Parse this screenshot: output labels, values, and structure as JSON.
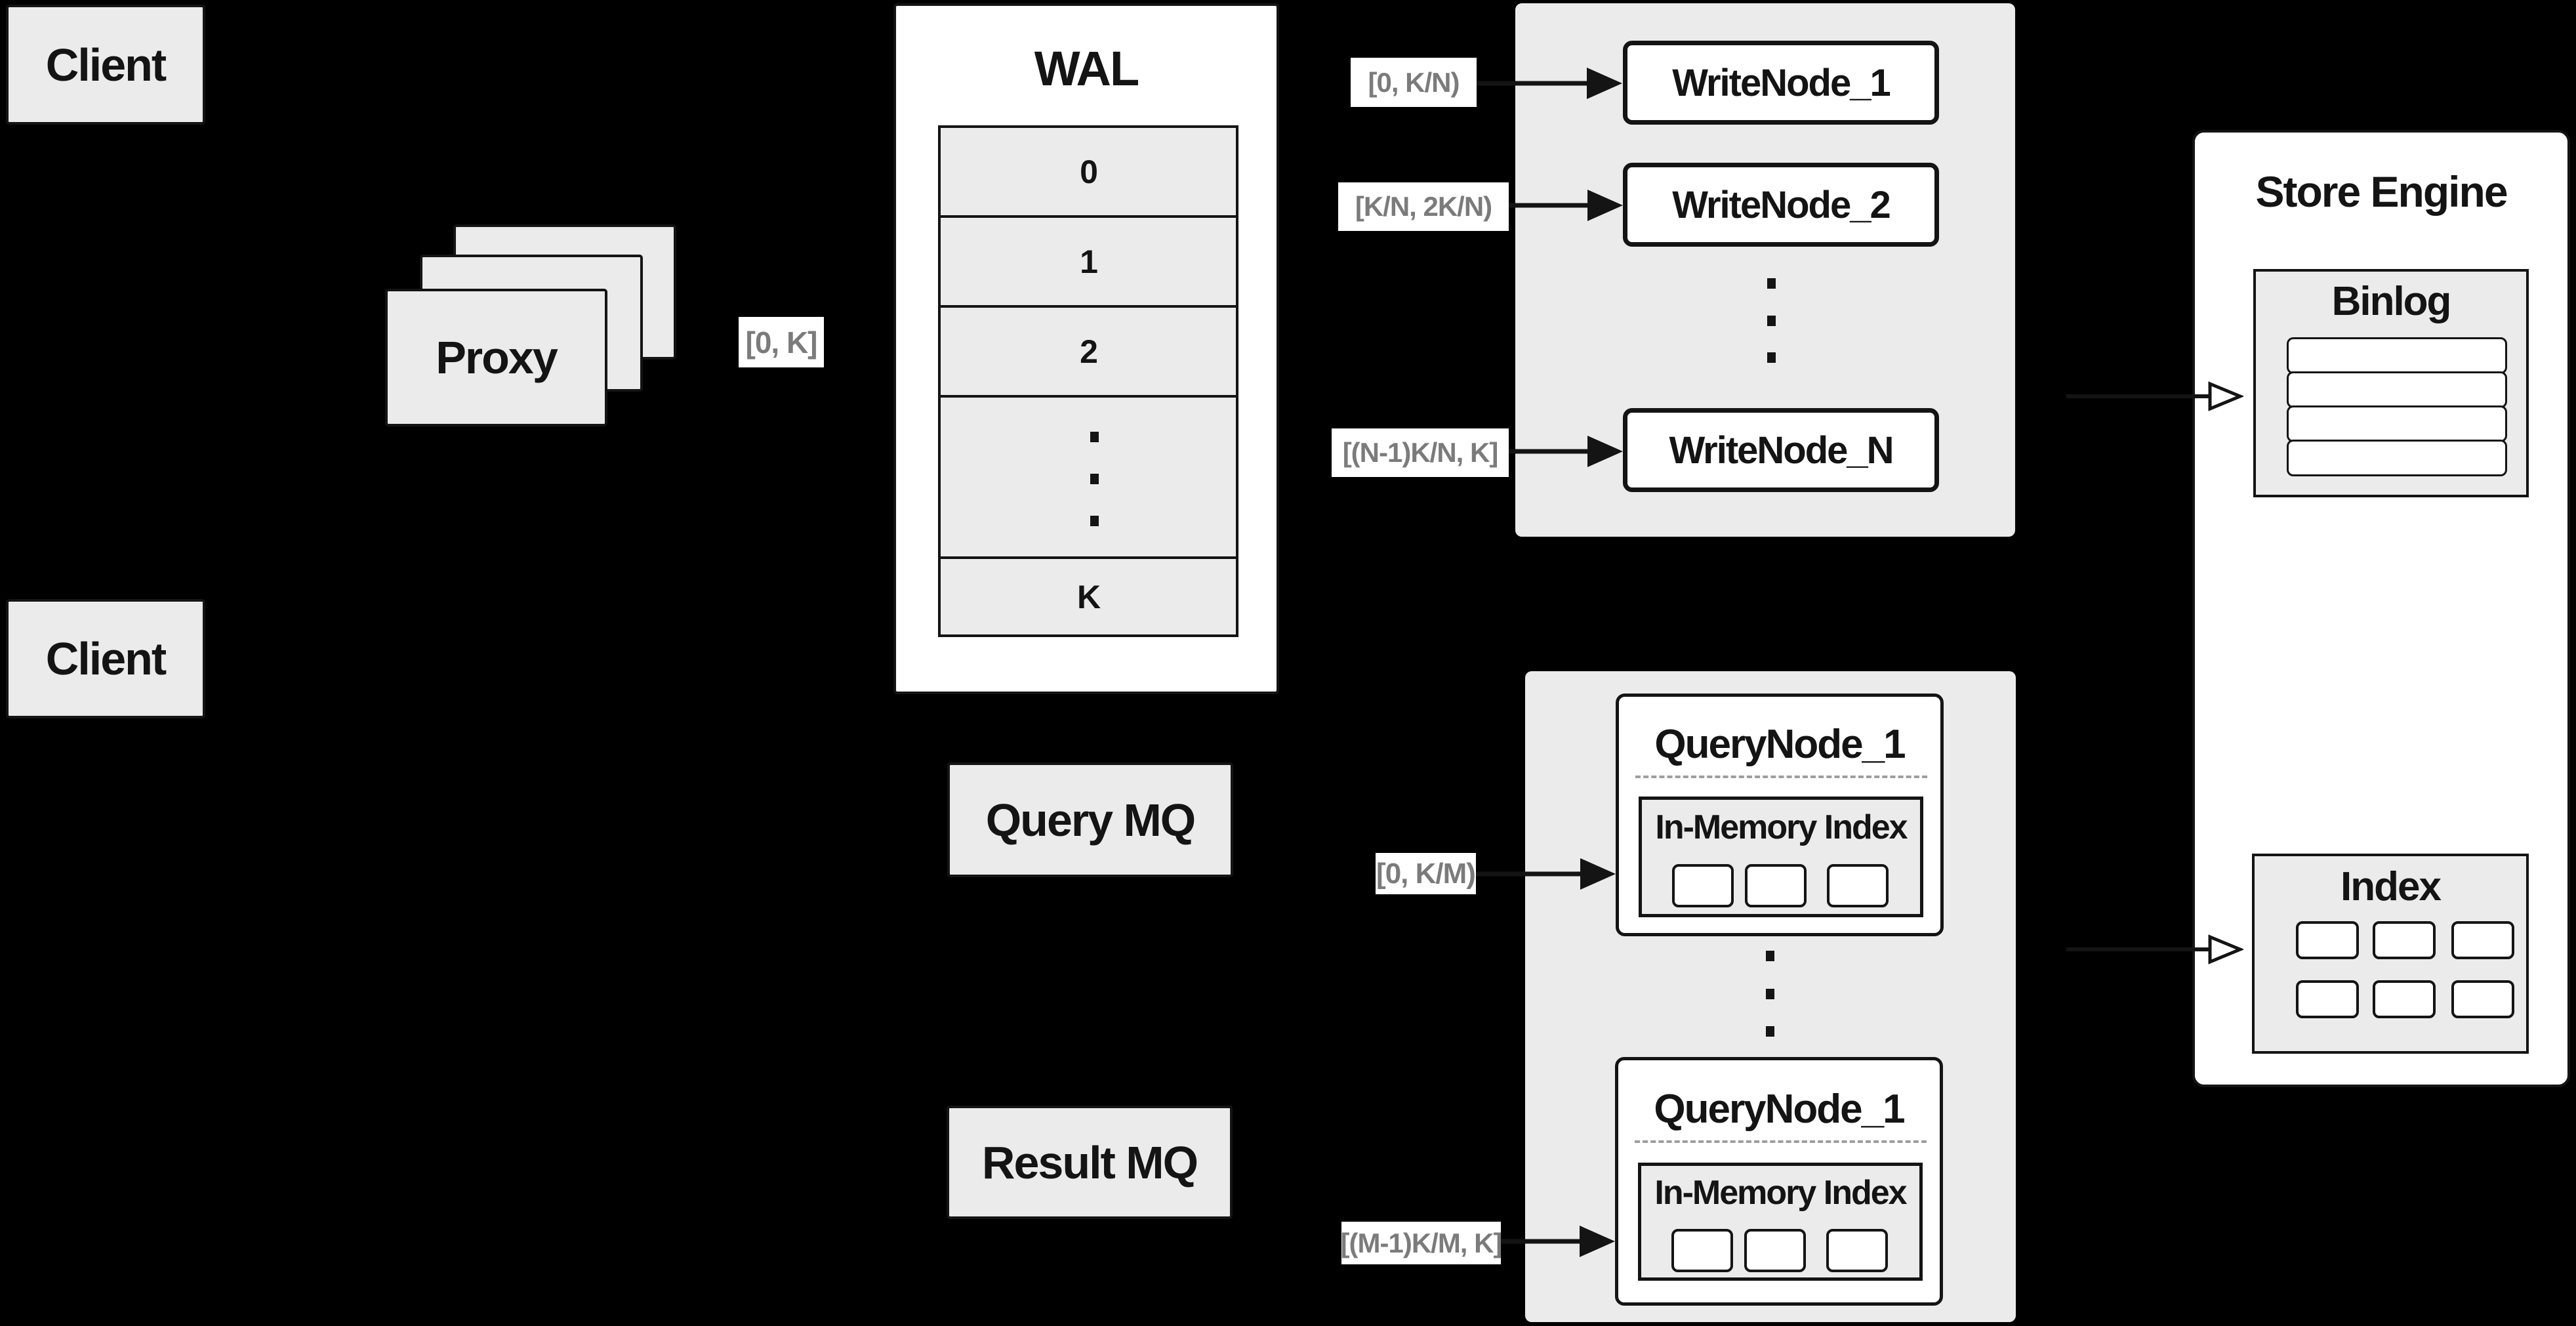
{
  "colors": {
    "background": "#000000",
    "ink": "#141414",
    "panel": "#ebebeb",
    "white": "#ffffff",
    "range_label_text": "#7b7b7b",
    "dashed_separator": "#9e9e9e"
  },
  "clients": {
    "top": "Client",
    "bottom": "Client"
  },
  "proxy": {
    "label": "Proxy",
    "range": "[0, K]"
  },
  "wal": {
    "title": "WAL",
    "rows": [
      "0",
      "1",
      "2"
    ],
    "last_row": "K"
  },
  "write_panel": {
    "nodes": [
      {
        "range": "[0,  K/N)",
        "label": "WriteNode_1"
      },
      {
        "range": "[K/N, 2K/N)",
        "label": "WriteNode_2"
      },
      {
        "range": "[(N-1)K/N,  K]",
        "label": "WriteNode_N"
      }
    ]
  },
  "query_panel": {
    "nodes": [
      {
        "range": "[0, K/M)",
        "title": "QueryNode_1",
        "inner_title": "In-Memory Index"
      },
      {
        "range": "[(M-1)K/M, K]",
        "title": "QueryNode_1",
        "inner_title": "In-Memory Index"
      }
    ]
  },
  "mq": {
    "query": "Query MQ",
    "result": "Result MQ"
  },
  "store_engine": {
    "title": "Store Engine",
    "binlog_title": "Binlog",
    "index_title": "Index"
  }
}
